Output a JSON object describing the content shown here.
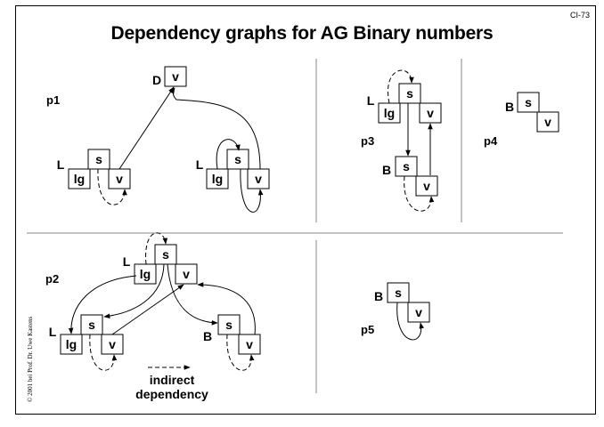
{
  "slide": {
    "title": "Dependency graphs for AG Binary numbers",
    "id": "CI-73",
    "copyright": "© 2001 bei Prof. Dr. Uwe Kastens"
  },
  "panels": [
    {
      "key": "p1",
      "label": "p1"
    },
    {
      "key": "p2",
      "label": "p2"
    },
    {
      "key": "p3",
      "label": "p3"
    },
    {
      "key": "p4",
      "label": "p4"
    },
    {
      "key": "p5",
      "label": "p5"
    }
  ],
  "legend": {
    "line1": "indirect",
    "line2": "dependency"
  },
  "nonterminals": {
    "D": "D",
    "L": "L",
    "B": "B"
  },
  "attributes": {
    "s": "s",
    "v": "v",
    "lg": "lg"
  }
}
